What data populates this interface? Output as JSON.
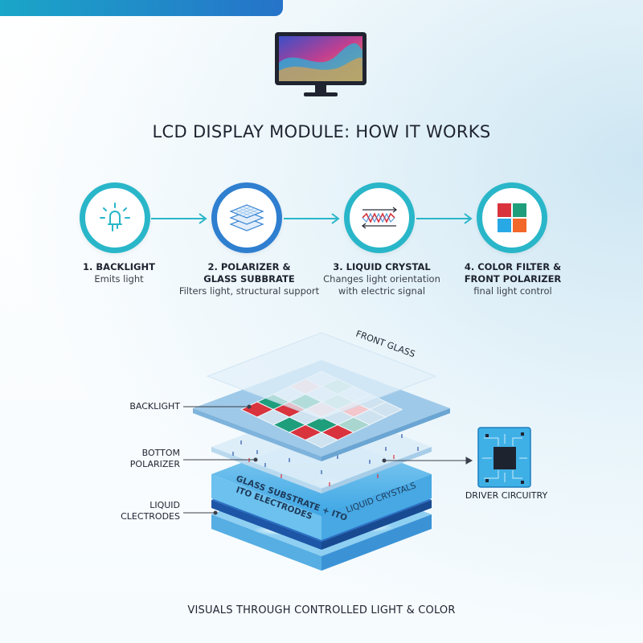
{
  "title": "LCD DISPLAY MODULE: HOW IT WORKS",
  "steps": [
    {
      "title": "1. BACKLIGHT",
      "desc": "Emits light",
      "icon": "led-icon"
    },
    {
      "title": "2. POLARIZER &",
      "title2": "GLASS SUBBRATE",
      "desc": "Filters light, structural support",
      "icon": "layers-icon"
    },
    {
      "title": "3. LIQUID CRYSTAL",
      "desc": "Changes light orientation",
      "desc2": "with electric signal",
      "icon": "wave-arrows-icon"
    },
    {
      "title": "4. COLOR FILTER &",
      "title2": "FRONT POLARIZER",
      "desc": "final light control",
      "icon": "color-grid-icon"
    }
  ],
  "diagram": {
    "front_glass": "FRONT GLASS",
    "backlight": "BACKLIGHT",
    "bottom_polarizer_1": "BOTTOM",
    "bottom_polarizer_2": "POLARIZER",
    "liquid_1": "LIQUID",
    "liquid_2": "CLECTRODES",
    "glass_substrate_1": "GLASS SUBSTRATE + ITO",
    "glass_substrate_2": "ITO ELECTRODES",
    "liquid_crystals": "LIQUID CRYSTALS",
    "driver_circuitry": "DRIVER CIRCUITRY"
  },
  "caption": "VISUALS THROUGH CONTROLLED LIGHT & COLOR",
  "colors": {
    "teal": "#29b6c9",
    "blue": "#2f7fd0",
    "red": "#d9333d",
    "green": "#1f9e7c",
    "orange": "#f2672a",
    "sky": "#29a8e6"
  }
}
